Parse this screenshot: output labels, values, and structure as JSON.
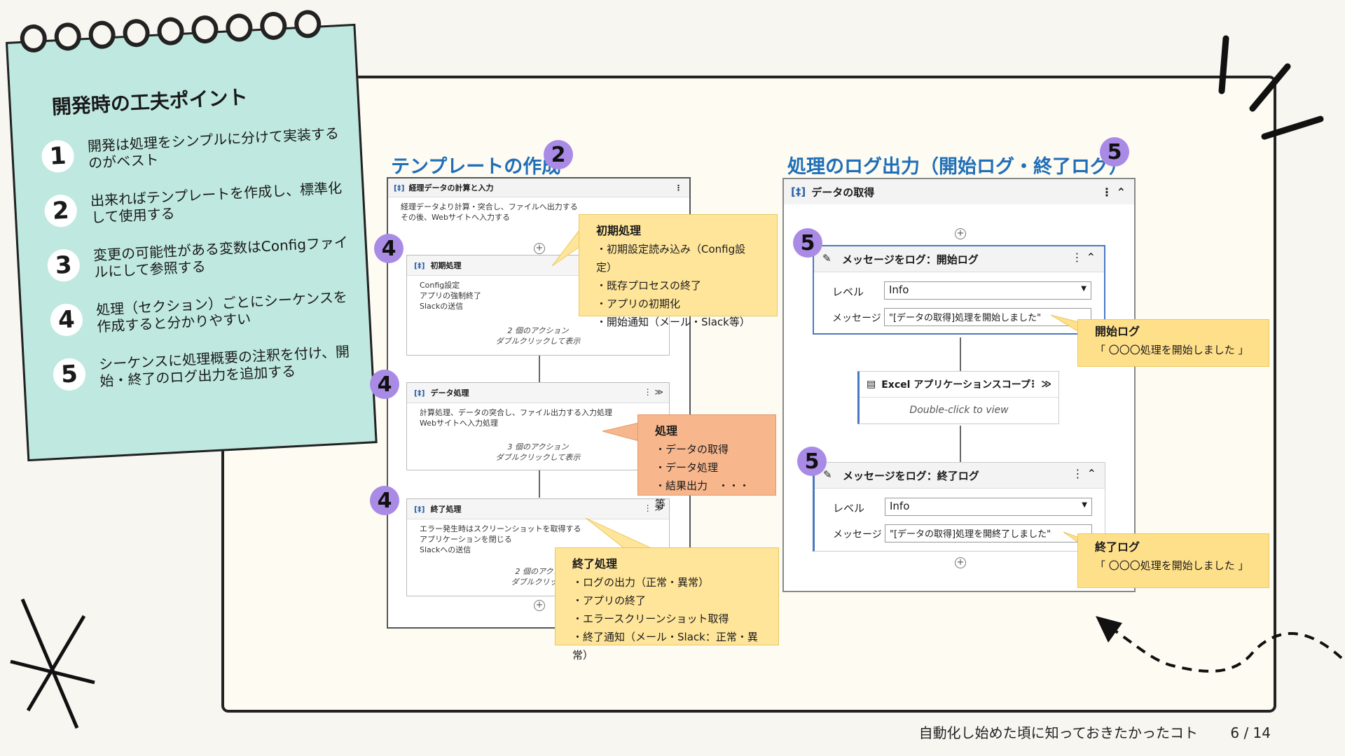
{
  "note": {
    "title": "開発時の工夫ポイント",
    "points": [
      {
        "num": "1",
        "text": "開発は処理をシンプルに分けて実装するのがベスト"
      },
      {
        "num": "2",
        "text": "出来ればテンプレートを作成し、標準化して使用する"
      },
      {
        "num": "3",
        "text": "変更の可能性がある変数はConfigファイルにして参照する"
      },
      {
        "num": "4",
        "text": "処理（セクション）ごとにシーケンスを作成すると分かりやすい"
      },
      {
        "num": "5",
        "text": "シーケンスに処理概要の注釈を付け、開始・終了のログ出力を追加する"
      }
    ]
  },
  "template": {
    "title": "テンプレートの作成",
    "badge": "2",
    "outer": {
      "label": "経理データの計算と入力",
      "desc1": "経理データより計算・突合し、ファイルへ出力する",
      "desc2": "その後、Webサイトへ入力する"
    },
    "sequences": [
      {
        "badge": "4",
        "label": "初期処理",
        "lines": [
          "Config設定",
          "アプリの強制終了",
          "Slackの送信"
        ],
        "foot1": "2 個のアクション",
        "foot2": "ダブルクリックして表示"
      },
      {
        "badge": "4",
        "label": "データ処理",
        "lines": [
          "計算処理、データの突合し、ファイル出力する入力処理",
          "Webサイトへ入力処理"
        ],
        "foot1": "3 個のアクション",
        "foot2": "ダブルクリックして表示"
      },
      {
        "badge": "4",
        "label": "終了処理",
        "lines": [
          "エラー発生時はスクリーンショットを取得する",
          "アプリケーションを閉じる",
          "Slackへの送信"
        ],
        "foot1": "2 個のアクシ",
        "foot2": "ダブルクリック"
      }
    ],
    "callouts": [
      {
        "title": "初期処理",
        "items": [
          "・初期設定読み込み（Config設定）",
          "・既存プロセスの終了",
          "・アプリの初期化",
          "・開始通知（メール・Slack等）"
        ]
      },
      {
        "title": "処理",
        "items": [
          "・データの取得",
          "・データ処理",
          "・結果出力　・・・等"
        ]
      },
      {
        "title": "終了処理",
        "items": [
          "・ログの出力（正常・異常）",
          "・アプリの終了",
          "・エラースクリーンショット取得",
          "・終了通知（メール・Slack：正常・異常）"
        ]
      }
    ]
  },
  "log": {
    "title": "処理のログ出力（開始ログ・終了ログ）",
    "badge": "5",
    "outer_label": "データの取得",
    "start": {
      "badge": "5",
      "label": "メッセージをログ：開始ログ",
      "level_label": "レベル",
      "level": "Info",
      "msg_label": "メッセージ",
      "msg": "\"[データの取得]処理を開始しました\""
    },
    "excel": {
      "label": "Excel アプリケーションスコープ",
      "hint": "Double-click to view"
    },
    "end": {
      "badge": "5",
      "label": "メッセージをログ：終了ログ",
      "level_label": "レベル",
      "level": "Info",
      "msg_label": "メッセージ",
      "msg": "\"[データの取得]処理を開終了しました\""
    },
    "start_callout": {
      "title": "開始ログ",
      "text": "「 〇〇〇処理を開始しました 」"
    },
    "end_callout": {
      "title": "終了ログ",
      "text": "「 〇〇〇処理を開始しました 」"
    }
  },
  "footer": {
    "title": "自動化し始めた頃に知っておきたかったコト",
    "page": "6 / 14"
  }
}
